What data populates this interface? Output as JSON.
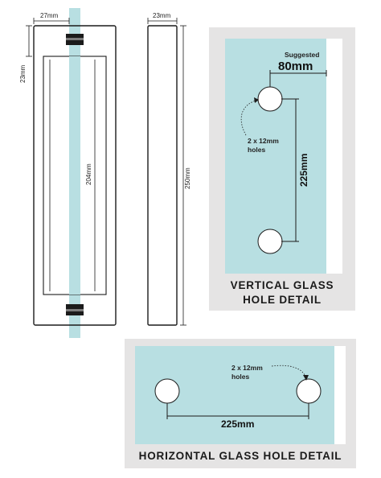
{
  "front_view": {
    "dim_top": "27mm",
    "dim_side": "23mm",
    "dim_center": "204mm"
  },
  "side_view": {
    "dim_top": "23mm",
    "dim_height": "250mm"
  },
  "vertical_detail": {
    "suggested_label": "Suggested",
    "offset_value": "80mm",
    "holes_note_line1": "2 x 12mm",
    "holes_note_line2": "holes",
    "spacing": "225mm",
    "title_line1": "VERTICAL GLASS",
    "title_line2": "HOLE DETAIL"
  },
  "horizontal_detail": {
    "holes_note_line1": "2 x 12mm",
    "holes_note_line2": "holes",
    "spacing": "225mm",
    "title": "HORIZONTAL GLASS HOLE DETAIL"
  },
  "colors": {
    "glass": "#b8dfe2",
    "panel_frame": "#e5e4e4",
    "line": "#1b1b1b"
  }
}
